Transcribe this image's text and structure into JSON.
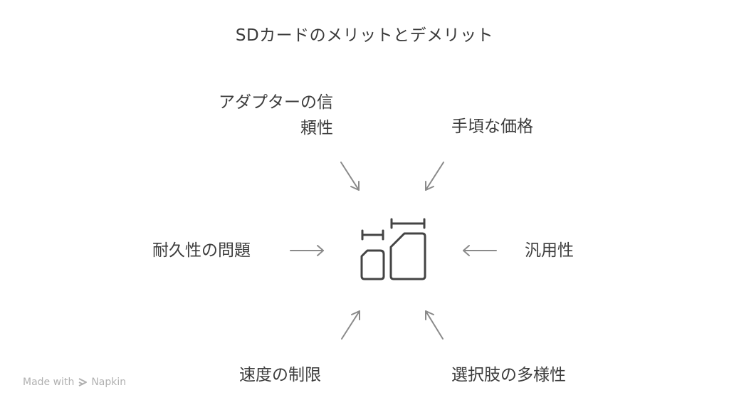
{
  "title": "SDカードのメリットとデメリット",
  "labels": {
    "adapter_line1": "アダプターの信",
    "adapter_line2": "頼性",
    "price": "手頃な価格",
    "durability": "耐久性の問題",
    "versatility": "汎用性",
    "speed": "速度の制限",
    "diversity": "選択肢の多様性"
  },
  "center_icon": "sd-cards-icon",
  "watermark": {
    "made_with": "Made with",
    "brand": "Napkin",
    "icon": "napkin-logo-icon"
  },
  "colors": {
    "arrow": "#8a8a8a",
    "icon": "#444444",
    "text": "#3d3d3d",
    "watermark": "#b0b0b0"
  }
}
